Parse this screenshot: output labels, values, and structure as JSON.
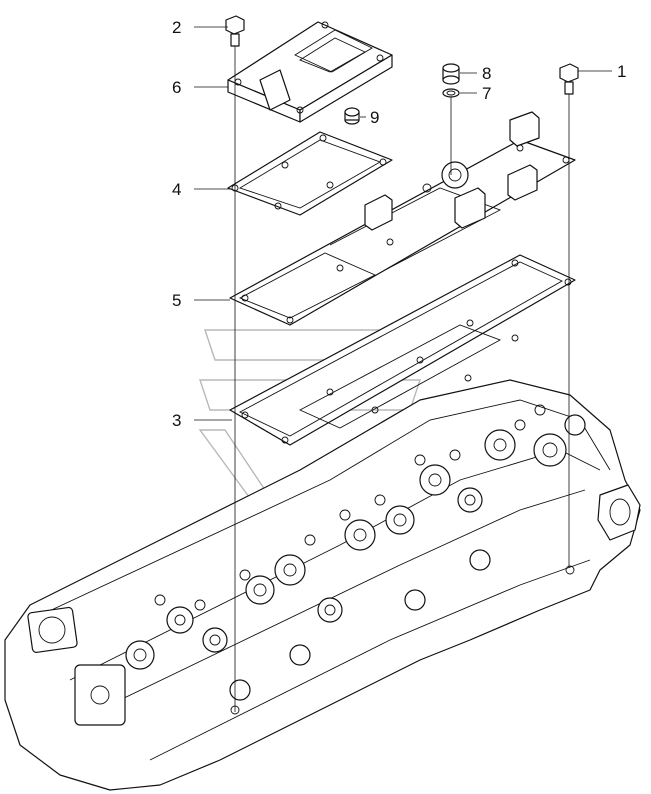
{
  "callouts": [
    {
      "id": "1",
      "label": "1"
    },
    {
      "id": "2",
      "label": "2"
    },
    {
      "id": "3",
      "label": "3"
    },
    {
      "id": "4",
      "label": "4"
    },
    {
      "id": "5",
      "label": "5"
    },
    {
      "id": "6",
      "label": "6"
    },
    {
      "id": "7",
      "label": "7"
    },
    {
      "id": "8",
      "label": "8"
    },
    {
      "id": "9",
      "label": "9"
    }
  ],
  "colors": {
    "line": "#111111",
    "watermark": "#b8b8b8",
    "background": "#ffffff"
  }
}
